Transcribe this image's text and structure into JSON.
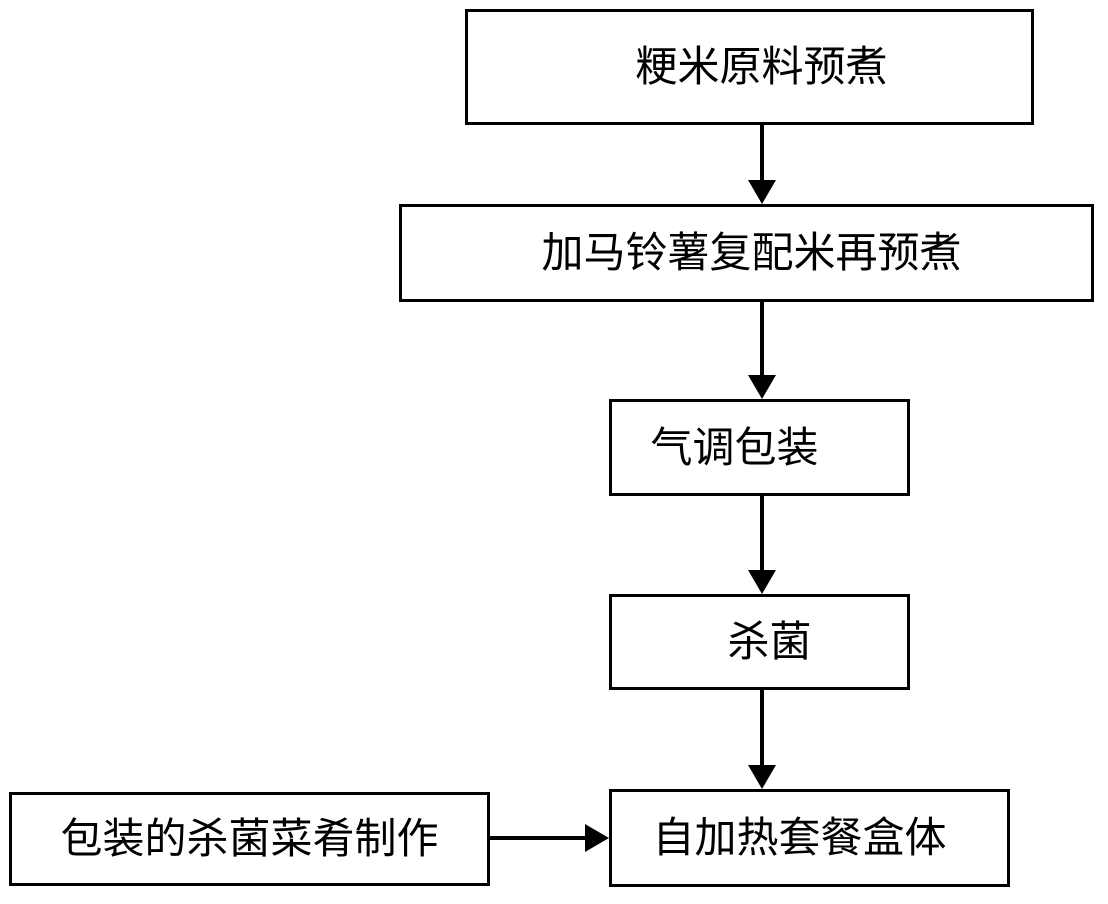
{
  "flowchart": {
    "steps": [
      {
        "id": "s1",
        "label": "粳米原料预煮"
      },
      {
        "id": "s2",
        "label": "加马铃薯复配米再预煮"
      },
      {
        "id": "s3",
        "label": "气调包装"
      },
      {
        "id": "s4",
        "label": "杀菌"
      },
      {
        "id": "s5",
        "label": "自加热套餐盒体"
      },
      {
        "id": "s6",
        "label": "包装的杀菌菜肴制作"
      }
    ],
    "edges": [
      {
        "from": "s1",
        "to": "s2"
      },
      {
        "from": "s2",
        "to": "s3"
      },
      {
        "from": "s3",
        "to": "s4"
      },
      {
        "from": "s4",
        "to": "s5"
      },
      {
        "from": "s6",
        "to": "s5"
      }
    ]
  }
}
